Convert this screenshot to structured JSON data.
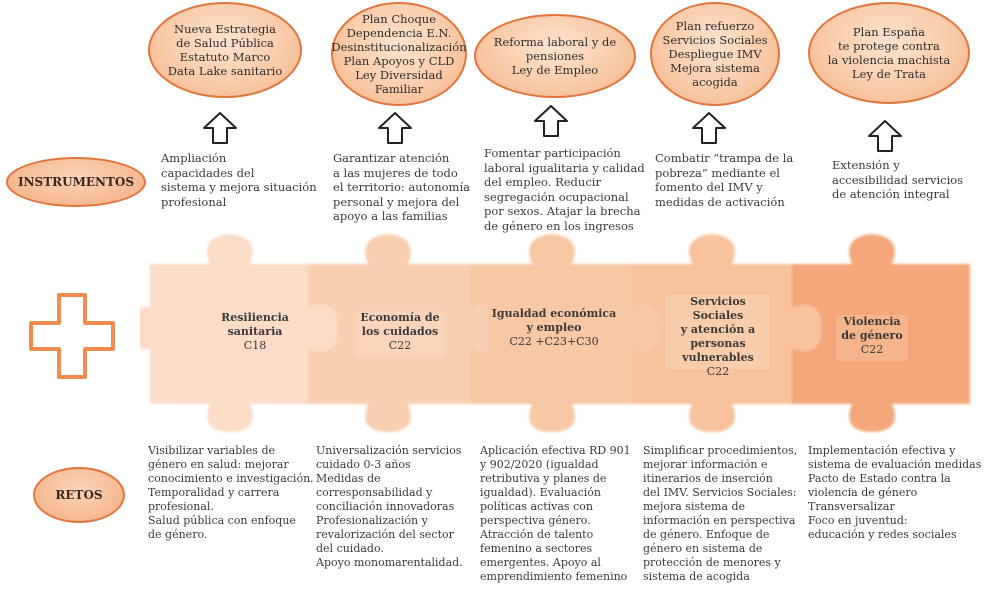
{
  "labels": {
    "instrumentos": "INSTRUMENTOS",
    "retos": "RETOS"
  },
  "instruments": [
    {
      "text": "Nueva Estrategia\nde Salud Pública\nEstatuto Marco\nData Lake sanitario"
    },
    {
      "text": "Plan Choque\nDependencia E.N.\nDesinstitucionalización\nPlan Apoyos y CLD\nLey  Diversidad\nFamiliar"
    },
    {
      "text": "Reforma laboral y de\npensiones\nLey de Empleo"
    },
    {
      "text": "Plan refuerzo\nServicios Sociales\nDespliegue IMV\nMejora sistema\nacogida"
    },
    {
      "text": "Plan España\nte protege contra\nla violencia machista\nLey de Trata"
    }
  ],
  "objectives": [
    {
      "text": "Ampliación\ncapacidades del\nsistema y mejora situación\nprofesional"
    },
    {
      "text": "Garantizar atención\na las mujeres de todo\nel territorio: autonomía\npersonal y mejora del\napoyo a las familias"
    },
    {
      "text": "Fomentar participación\nlaboral igualitaria y calidad\ndel empleo. Reducir\nsegregación ocupacional\npor sexos. Atajar la brecha\nde género en los ingresos"
    },
    {
      "text": "Combatir “trampa de la\npobreza” mediante el\nfomento del IMV y\nmedidas de activación"
    },
    {
      "text": "Extensión y\naccesibilidad servicios\nde atención integral"
    }
  ],
  "pieces": [
    {
      "title": "Resiliencia\nsanitaria",
      "code": "C18"
    },
    {
      "title": "Economía de\nlos cuidados",
      "code": "C22"
    },
    {
      "title": "Igualdad económica\ny empleo",
      "code": "C22 +C23+C30"
    },
    {
      "title": "Servicios Sociales\ny atención a\npersonas\nvulnerables",
      "code": "C22"
    },
    {
      "title": "Violencia\nde género",
      "code": "C22"
    }
  ],
  "retos": [
    {
      "text": "Visibilizar variables de\ngénero en salud: mejorar\nconocimiento e investigación.\nTemporalidad y carrera\nprofesional.\nSalud pública con enfoque\nde género."
    },
    {
      "text": "Universalización servicios\ncuidado 0-3 años\nMedidas de\ncorresponsabilidad y\nconciliación innovadoras\nProfesionalización y\nrevalorización del sector\ndel cuidado.\nApoyo monomarentalidad."
    },
    {
      "text": "Aplicación efectiva RD 901\ny 902/2020 (igualdad\nretributiva y planes de\nigualdad). Evaluación\npolíticas activas con\nperspectiva género.\nAtracción de talento\nfemenino a sectores\nemergentes. Apoyo al\nemprendimiento femenino"
    },
    {
      "text": "Simplificar procedimientos,\nmejorar información e\nitinerarios de inserción\ndel IMV. Servicios Sociales:\nmejora sistema de\ninformación en perspectiva\nde género. Enfoque de\ngénero en sistema de\nprotección de menores y\nsistema de acogida"
    },
    {
      "text": "Implementación efectiva y\nsistema de evaluación medidas\nPacto de Estado contra la\nviolencia de género\nTransversalizar\nFoco en juventud:\neducación y redes sociales"
    }
  ],
  "colors": {
    "accent": "#e2753d",
    "ellipse_fill": "#f9c9a6",
    "puzzle_light": "#fbd9c2",
    "puzzle_mid": "#f7c09b",
    "puzzle_dark": "#f2a577",
    "plus": "#f5a36f"
  }
}
